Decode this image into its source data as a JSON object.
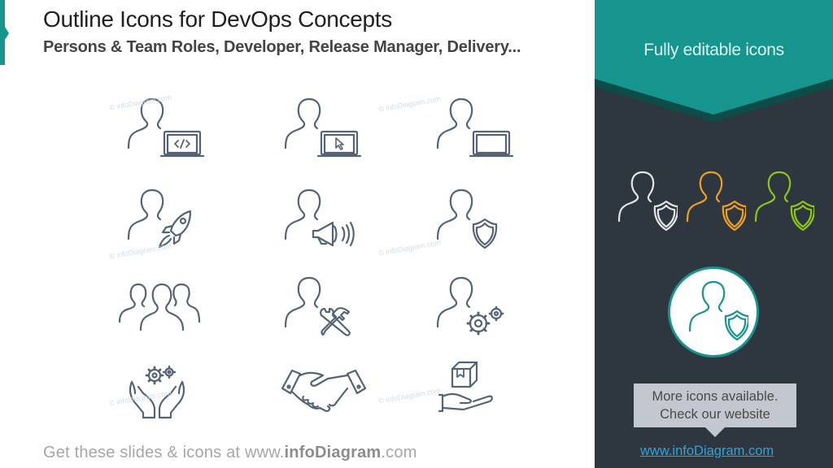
{
  "header": {
    "title": "Outline Icons for DevOps Concepts",
    "subtitle": "Persons & Team Roles, Developer, Release Manager, Delivery..."
  },
  "icon_grid": {
    "stroke_color": "#546474",
    "icons": [
      {
        "row": 1,
        "col": 1,
        "name": "developer-code-laptop-icon"
      },
      {
        "row": 1,
        "col": 2,
        "name": "person-laptop-cursor-icon"
      },
      {
        "row": 1,
        "col": 3,
        "name": "person-laptop-icon"
      },
      {
        "row": 2,
        "col": 1,
        "name": "person-rocket-launch-icon"
      },
      {
        "row": 2,
        "col": 2,
        "name": "person-megaphone-icon"
      },
      {
        "row": 2,
        "col": 3,
        "name": "person-shield-security-icon"
      },
      {
        "row": 3,
        "col": 1,
        "name": "team-three-persons-icon"
      },
      {
        "row": 3,
        "col": 2,
        "name": "person-wrench-hammer-tools-icon"
      },
      {
        "row": 3,
        "col": 3,
        "name": "person-gears-icon"
      },
      {
        "row": 4,
        "col": 1,
        "name": "hands-gears-icon"
      },
      {
        "row": 4,
        "col": 2,
        "name": "handshake-icon"
      },
      {
        "row": 4,
        "col": 3,
        "name": "hand-package-delivery-icon"
      }
    ],
    "watermark": "© infoDiagram.com"
  },
  "footer": {
    "prefix": "Get these slides & icons at www.",
    "brand": "infoDiagram",
    "suffix": ".com"
  },
  "side_panel": {
    "banner_text": "Fully editable icons",
    "colors": {
      "teal": "#16958f",
      "teal_shadow": "#0c4d4a",
      "dark_bg": "#2e3640"
    },
    "color_variants": [
      {
        "name": "white",
        "color": "#e6e6e6"
      },
      {
        "name": "orange",
        "color": "#f0a020"
      },
      {
        "name": "green",
        "color": "#8cc814"
      }
    ],
    "callout_line1": "More icons available.",
    "callout_line2": "Check our website",
    "website": "www.infoDiagram.com"
  }
}
